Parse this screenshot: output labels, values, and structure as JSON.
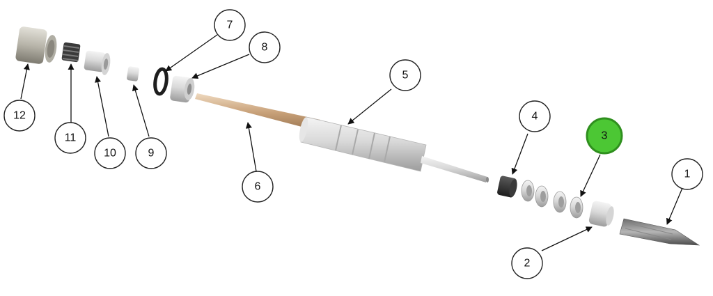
{
  "callouts": [
    {
      "id": "1",
      "label": "1",
      "highlighted": false
    },
    {
      "id": "2",
      "label": "2",
      "highlighted": false
    },
    {
      "id": "3",
      "label": "3",
      "highlighted": true
    },
    {
      "id": "4",
      "label": "4",
      "highlighted": false
    },
    {
      "id": "5",
      "label": "5",
      "highlighted": false
    },
    {
      "id": "6",
      "label": "6",
      "highlighted": false
    },
    {
      "id": "7",
      "label": "7",
      "highlighted": false
    },
    {
      "id": "8",
      "label": "8",
      "highlighted": false
    },
    {
      "id": "9",
      "label": "9",
      "highlighted": false
    },
    {
      "id": "10",
      "label": "10",
      "highlighted": false
    },
    {
      "id": "11",
      "label": "11",
      "highlighted": false
    },
    {
      "id": "12",
      "label": "12",
      "highlighted": false
    }
  ],
  "colors": {
    "highlight": "#4cc734",
    "metal": "#c8c8c8",
    "rod": "#c9a27a",
    "dark_part": "#2b2b2b"
  }
}
